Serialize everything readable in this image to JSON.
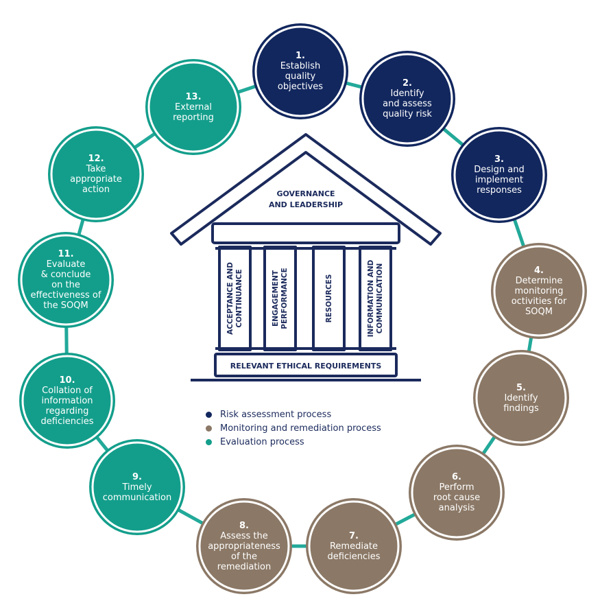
{
  "colors": {
    "risk": "#12275e",
    "monitoring": "#8b7866",
    "evaluation": "#139e8b",
    "connector": "#22a999",
    "outline": "#1b2a5c",
    "ring": "#ffffff"
  },
  "temple": {
    "roof_label_line1": "GOVERNANCE",
    "roof_label_line2": "AND LEADERSHIP",
    "pillars": [
      {
        "line1": "ACCEPTANCE AND",
        "line2": "CONTINUANCE"
      },
      {
        "line1": "ENGAGEMENT",
        "line2": "PERFORMANCE"
      },
      {
        "line1": "RESOURCES",
        "line2": ""
      },
      {
        "line1": "INFORMATION AND",
        "line2": "COMMUNICATION"
      }
    ],
    "base_label": "RELEVANT ETHICAL REQUIREMENTS"
  },
  "steps": [
    {
      "num": "1.",
      "text": "Establish\nquality\nobjectives",
      "group": "risk"
    },
    {
      "num": "2.",
      "text": "Identify\nand assess\nquality risk",
      "group": "risk"
    },
    {
      "num": "3.",
      "text": "Design and\nimplement\nresponses",
      "group": "risk"
    },
    {
      "num": "4.",
      "text": "Determine\nmonitoring\noctivities for\nSOQM",
      "group": "monitoring"
    },
    {
      "num": "5.",
      "text": "Identify\nfindings",
      "group": "monitoring"
    },
    {
      "num": "6.",
      "text": "Perform\nroot cause\nanalysis",
      "group": "monitoring"
    },
    {
      "num": "7.",
      "text": "Remediate\ndeficiencies",
      "group": "monitoring"
    },
    {
      "num": "8.",
      "text": "Assess the\nappropriateness\nof the\nremediation",
      "group": "monitoring"
    },
    {
      "num": "9.",
      "text": "Timely\ncommunication",
      "group": "evaluation"
    },
    {
      "num": "10.",
      "text": "Collation of\ninformation\nregarding\ndeficiencies",
      "group": "evaluation"
    },
    {
      "num": "11.",
      "text": "Evaluate\n& conclude\non the\neffectiveness of\nthe SOQM",
      "group": "evaluation"
    },
    {
      "num": "12.",
      "text": "Take\nappropriate\naction",
      "group": "evaluation"
    },
    {
      "num": "13.",
      "text": "External\nreporting",
      "group": "evaluation"
    }
  ],
  "legend": [
    {
      "label": "Risk assessment process",
      "group": "risk"
    },
    {
      "label": "Monitoring and remediation process",
      "group": "monitoring"
    },
    {
      "label": "Evaluation process",
      "group": "evaluation"
    }
  ]
}
